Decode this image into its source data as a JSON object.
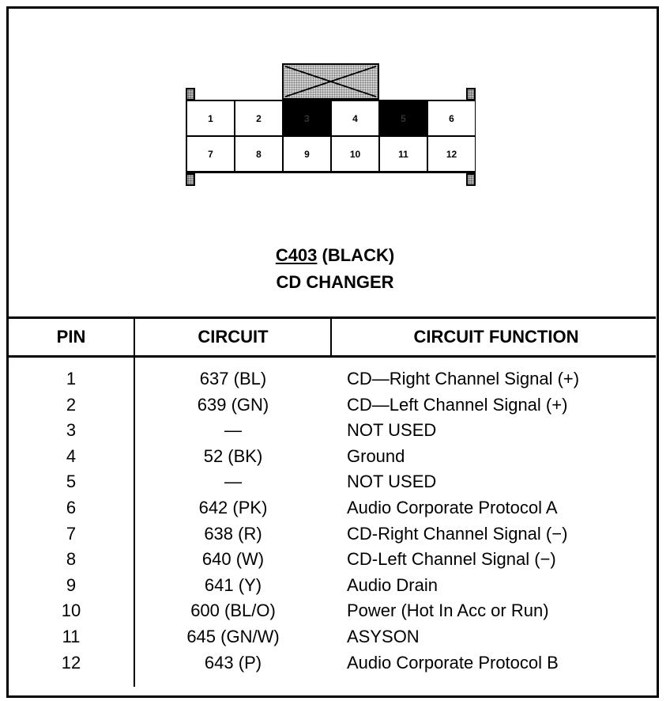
{
  "connector": {
    "code": "C403",
    "color": "(BLACK)",
    "name": "CD CHANGER",
    "pins": [
      {
        "label": "1",
        "filled": false
      },
      {
        "label": "2",
        "filled": false
      },
      {
        "label": "3",
        "filled": true
      },
      {
        "label": "4",
        "filled": false
      },
      {
        "label": "5",
        "filled": true
      },
      {
        "label": "6",
        "filled": false
      },
      {
        "label": "7",
        "filled": false
      },
      {
        "label": "8",
        "filled": false
      },
      {
        "label": "9",
        "filled": false
      },
      {
        "label": "10",
        "filled": false
      },
      {
        "label": "11",
        "filled": false
      },
      {
        "label": "12",
        "filled": false
      }
    ]
  },
  "table": {
    "headers": {
      "pin": "PIN",
      "circuit": "CIRCUIT",
      "function": "CIRCUIT FUNCTION"
    },
    "rows": [
      {
        "pin": "1",
        "circuit": "637 (BL)",
        "function": "CD—Right Channel Signal (+)"
      },
      {
        "pin": "2",
        "circuit": "639 (GN)",
        "function": "CD—Left Channel Signal (+)"
      },
      {
        "pin": "3",
        "circuit": "—",
        "function": "NOT USED"
      },
      {
        "pin": "4",
        "circuit": "52 (BK)",
        "function": "Ground"
      },
      {
        "pin": "5",
        "circuit": "—",
        "function": "NOT USED"
      },
      {
        "pin": "6",
        "circuit": "642 (PK)",
        "function": "Audio Corporate Protocol A"
      },
      {
        "pin": "7",
        "circuit": "638 (R)",
        "function": "CD-Right Channel Signal (−)"
      },
      {
        "pin": "8",
        "circuit": "640 (W)",
        "function": "CD-Left Channel Signal (−)"
      },
      {
        "pin": "9",
        "circuit": "641 (Y)",
        "function": "Audio Drain"
      },
      {
        "pin": "10",
        "circuit": "600 (BL/O)",
        "function": "Power (Hot In Acc or Run)"
      },
      {
        "pin": "11",
        "circuit": "645 (GN/W)",
        "function": "ASYSON"
      },
      {
        "pin": "12",
        "circuit": "643 (P)",
        "function": "Audio Corporate Protocol B"
      }
    ]
  }
}
